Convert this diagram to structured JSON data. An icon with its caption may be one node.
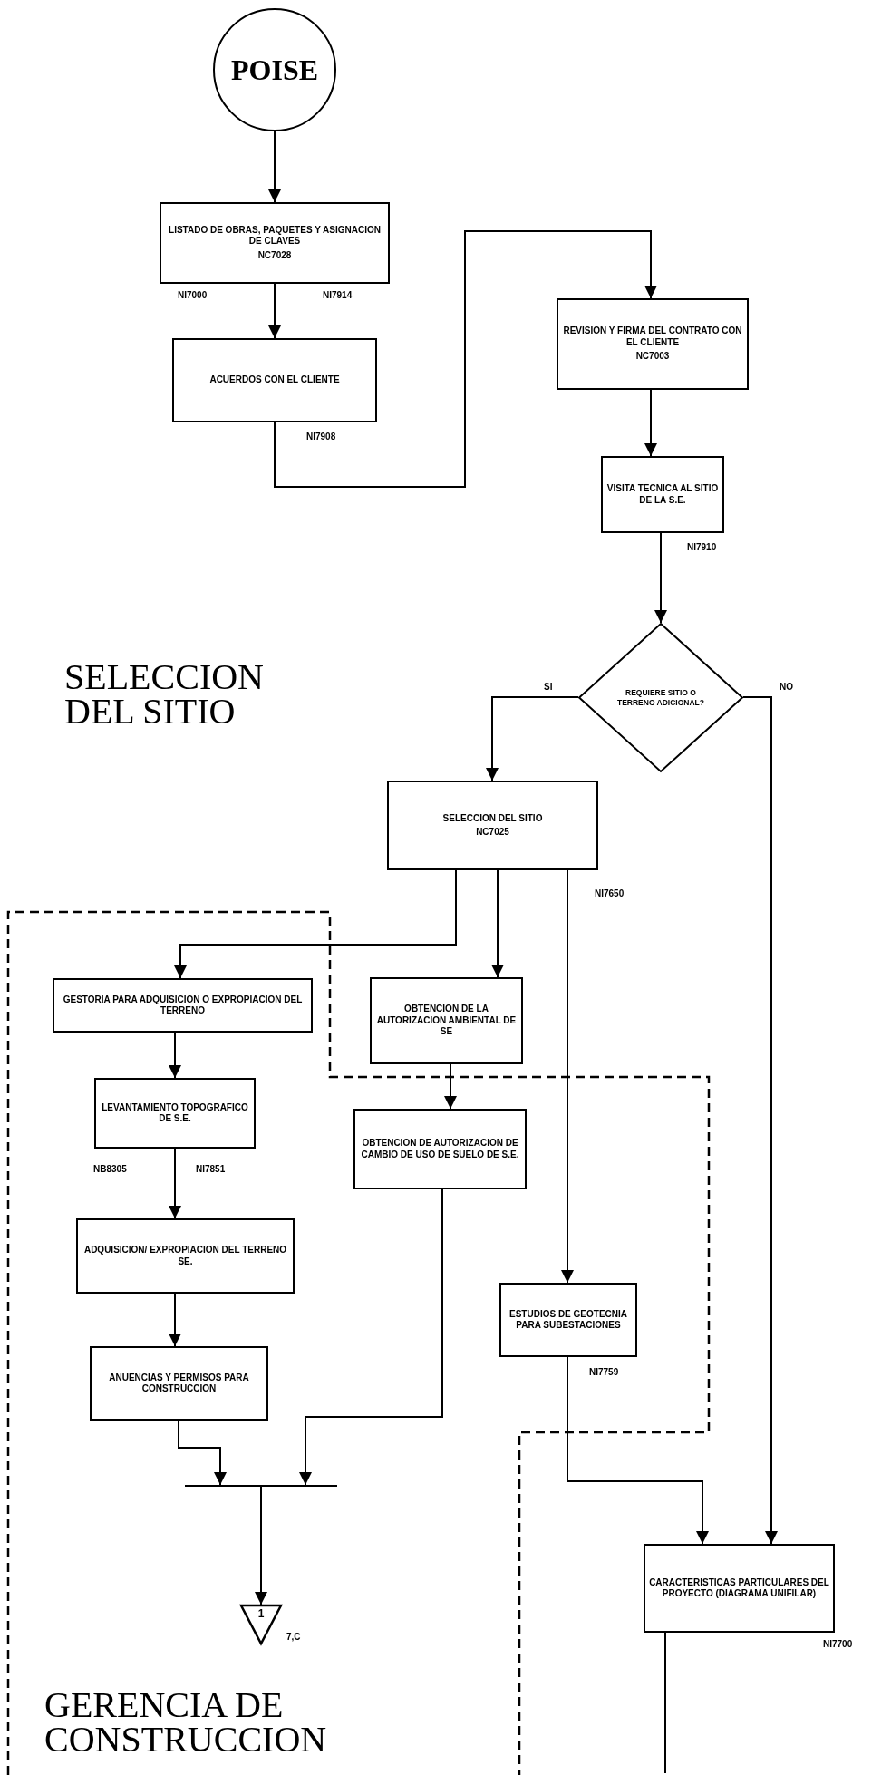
{
  "diagram": {
    "nodes": [
      {
        "text": [
          "POISE"
        ]
      },
      {
        "text": [
          "LISTADO DE OBRAS, PAQUETES Y ASIGNACION DE CLAVES",
          "NC7028"
        ],
        "beside": [
          "NI7000",
          "NI7914"
        ]
      },
      {
        "text": [
          "ACUERDOS CON EL CLIENTE"
        ],
        "beside": [
          "NI7908"
        ]
      },
      {
        "text": [
          "REVISION Y FIRMA DEL CONTRATO CON EL CLIENTE",
          "NC7003"
        ]
      },
      {
        "text": [
          "VISITA TECNICA AL SITIO DE LA S.E."
        ],
        "beside": [
          "NI7910"
        ]
      },
      {
        "text": [
          "REQUIERE SITIO O TERRENO ADICIONAL?"
        ]
      },
      {
        "text": [
          "SELECCION DEL SITIO",
          "NC7025"
        ],
        "beside": [
          "NI7650"
        ]
      },
      {
        "text": [
          "GESTORIA PARA ADQUISICION O EXPROPIACION DEL TERRENO"
        ]
      },
      {
        "text": [
          "OBTENCION DE LA AUTORIZACION AMBIENTAL DE SE"
        ]
      },
      {
        "text": [
          "LEVANTAMIENTO TOPOGRAFICO DE S.E."
        ],
        "beside": [
          "NB8305",
          "NI7851"
        ]
      },
      {
        "text": [
          "OBTENCION DE AUTORIZACION DE CAMBIO DE USO DE SUELO DE S.E."
        ]
      },
      {
        "text": [
          "ADQUISICION/ EXPROPIACION DEL TERRENO SE."
        ]
      },
      {
        "text": [
          "ESTUDIOS DE GEOTECNIA PARA SUBESTACIONES"
        ],
        "beside": [
          "NI7759"
        ]
      },
      {
        "text": [
          "ANUENCIAS Y PERMISOS PARA CONSTRUCCION"
        ]
      },
      {
        "text": [],
        "shape": "bar"
      },
      {
        "text": [
          "1"
        ],
        "beside": [
          "7,C"
        ]
      },
      {
        "text": [
          "CARACTERISTICAS PARTICULARES DEL PROYECTO (DIAGRAMA UNIFILAR)"
        ],
        "beside": [
          "NI7700"
        ]
      }
    ],
    "edges": [
      {
        "from": 0,
        "to": 1,
        "arrow": "to"
      },
      {
        "from": 1,
        "to": 2,
        "arrow": "to"
      },
      {
        "from": 2,
        "to": 3,
        "arrow": "to"
      },
      {
        "from": 3,
        "to": 4,
        "arrow": "to"
      },
      {
        "from": 4,
        "to": 5,
        "arrow": "to"
      },
      {
        "from": 5,
        "to": 6,
        "arrow": "to",
        "label": "SI"
      },
      {
        "from": 5,
        "to": 16,
        "arrow": "to",
        "label": "NO"
      },
      {
        "from": 6,
        "to": 7,
        "arrow": "to"
      },
      {
        "from": 6,
        "to": 8,
        "arrow": "to"
      },
      {
        "from": 6,
        "to": 12,
        "arrow": "to"
      },
      {
        "from": 7,
        "to": 9,
        "arrow": "to"
      },
      {
        "from": 9,
        "to": 11,
        "arrow": "to"
      },
      {
        "from": 11,
        "to": 13,
        "arrow": "to"
      },
      {
        "from": 8,
        "to": 10,
        "arrow": "to"
      },
      {
        "from": 13,
        "to": 14,
        "arrow": "to"
      },
      {
        "from": 10,
        "to": 14,
        "arrow": "to"
      },
      {
        "from": 14,
        "to": 15,
        "arrow": "to"
      },
      {
        "from": 12,
        "to": 16,
        "arrow": "to"
      },
      {
        "from": 16,
        "to": null,
        "arrow": "none"
      }
    ],
    "labels": [
      "SELECCION DEL SITIO",
      "GERENCIA DE CONSTRUCCION"
    ]
  }
}
